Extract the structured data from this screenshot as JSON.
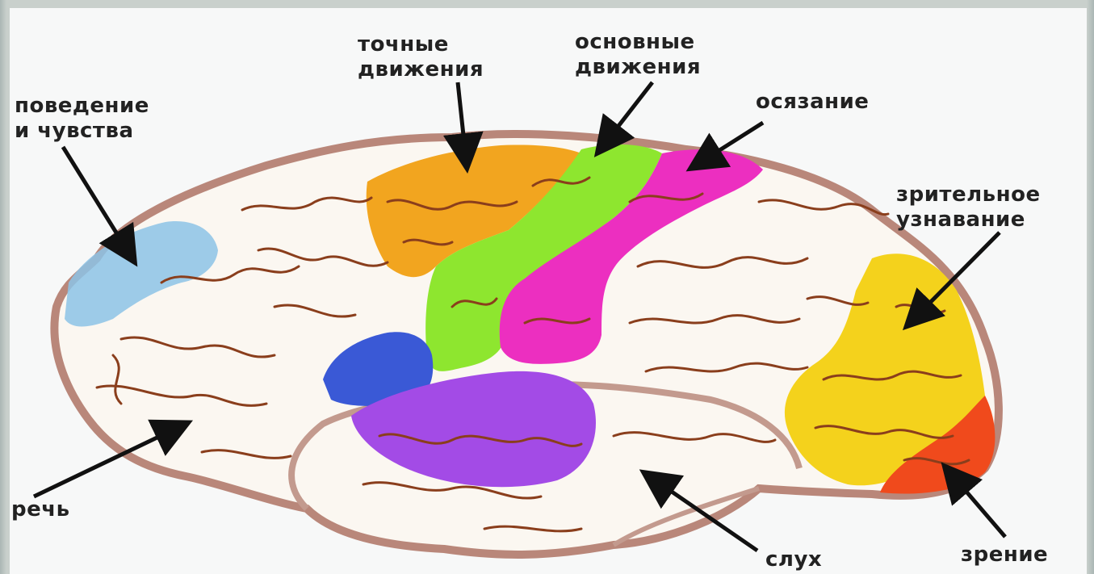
{
  "labels": {
    "behavior": "поведение\nи чувства",
    "fine_movements": "точные\nдвижения",
    "basic_movements": "основные\nдвижения",
    "touch": "осязание",
    "visual_recognition": "зрительное\nузнавание",
    "speech": "речь",
    "hearing": "слух",
    "vision": "зрение"
  },
  "colors": {
    "behavior": "#8cc3e6",
    "fine_movements": "#f2a51f",
    "basic_movements": "#8ee62f",
    "touch": "#ec2fc0",
    "visual_recognition": "#f4d21c",
    "vision": "#f04a1c",
    "speech": "#3a59d6",
    "hearing": "#a34be6",
    "brain_outline": "#b9877a",
    "sulci": "#8a3e1c"
  }
}
